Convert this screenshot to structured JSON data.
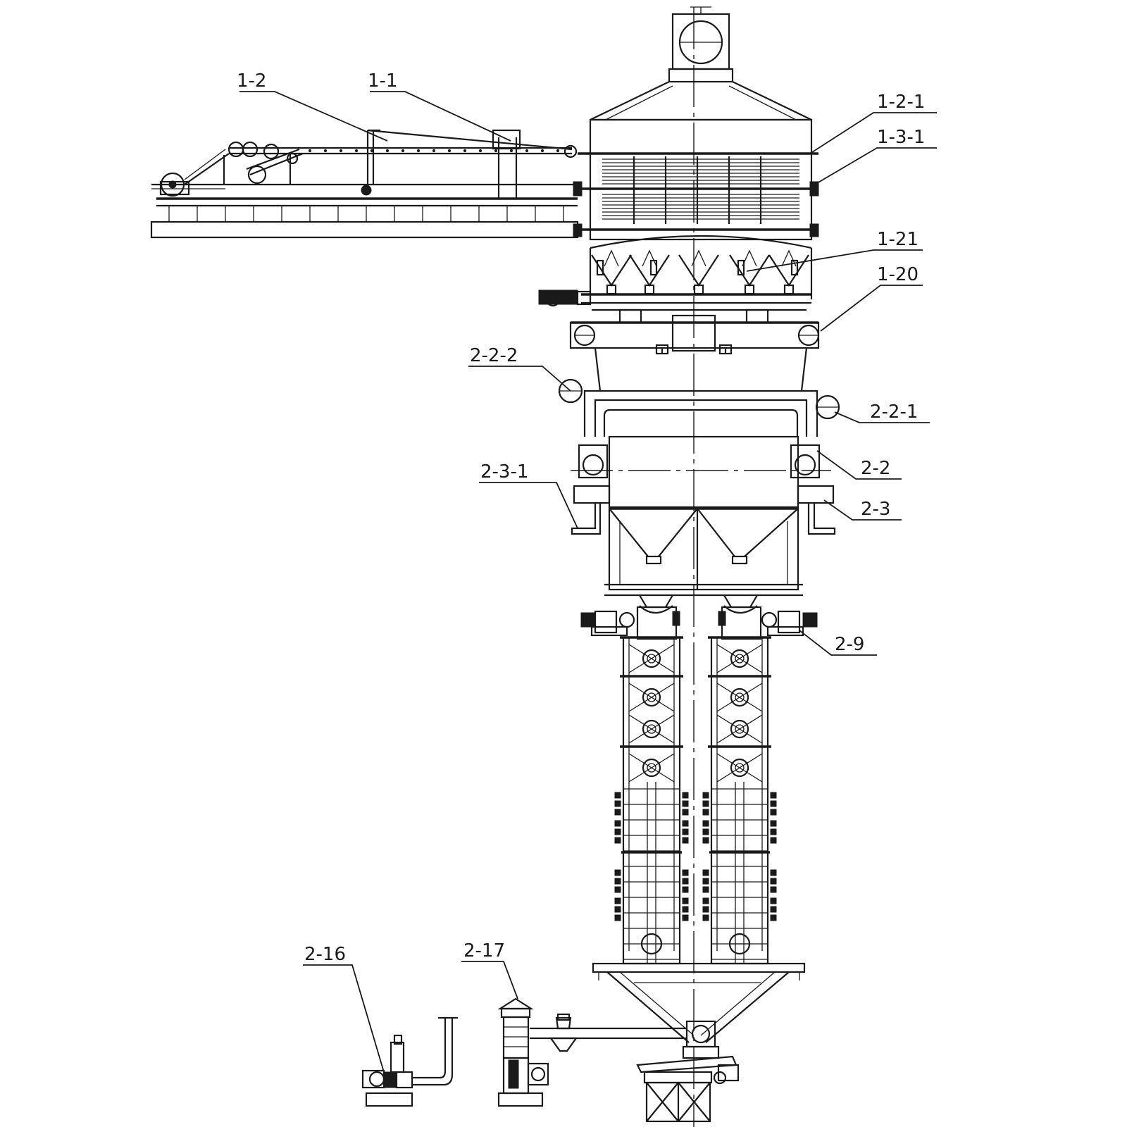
{
  "labels": {
    "l_1_2": "1-2",
    "l_1_1": "1-1",
    "l_1_2_1": "1-2-1",
    "l_1_3_1": "1-3-1",
    "l_1_21": "1-21",
    "l_1_20": "1-20",
    "l_2_2_2": "2-2-2",
    "l_2_2_1": "2-2-1",
    "l_2_2": "2-2",
    "l_2_3_1": "2-3-1",
    "l_2_3": "2-3",
    "l_2_9": "2-9",
    "l_2_16": "2-16",
    "l_2_17": "2-17"
  }
}
